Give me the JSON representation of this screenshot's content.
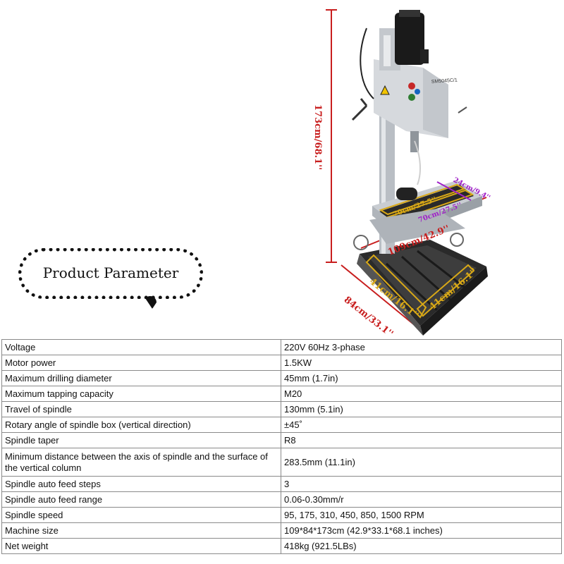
{
  "callout": {
    "title": "Product Parameter"
  },
  "machine": {
    "model_plate": "SM5045C/1"
  },
  "dimensions": {
    "height": "173cm/68.1''",
    "depth": "84cm/33.1''",
    "width": "109cm/42.9''",
    "table_small": "24cm/9.4''",
    "table_long": "70cm/27.5''",
    "table_long_2": "70cm/27.5''",
    "base_left": "41cm/16.1''",
    "base_right": "41cm/16.1''"
  },
  "colors": {
    "dimension_red": "#c81e1e",
    "dimension_purple": "#a020c8",
    "dimension_yellow": "#d8a817",
    "machine_body": "#c9cdd2",
    "motor": "#1a1a1a"
  },
  "specs": [
    {
      "label": "Voltage",
      "value": "220V 60Hz 3-phase"
    },
    {
      "label": "Motor power",
      "value": "1.5KW"
    },
    {
      "label": "Maximum drilling diameter",
      "value": "45mm (1.7in)"
    },
    {
      "label": "Maximum tapping capacity",
      "value": "M20"
    },
    {
      "label": "Travel of spindle",
      "value": "130mm (5.1in)"
    },
    {
      "label": "Rotary angle of spindle box (vertical direction)",
      "value": "±45˚"
    },
    {
      "label": "Spindle taper",
      "value": "R8"
    },
    {
      "label": "Minimum distance between the axis of spindle and the surface of the vertical column",
      "value": "283.5mm (11.1in)"
    },
    {
      "label": "Spindle auto feed steps",
      "value": "3"
    },
    {
      "label": "Spindle auto feed range",
      "value": "0.06-0.30mm/r"
    },
    {
      "label": "Spindle speed",
      "value": "95, 175, 310, 450, 850, 1500 RPM"
    },
    {
      "label": "Machine size",
      "value": "109*84*173cm (42.9*33.1*68.1 inches)"
    },
    {
      "label": "Net weight",
      "value": "418kg (921.5LBs)"
    }
  ]
}
